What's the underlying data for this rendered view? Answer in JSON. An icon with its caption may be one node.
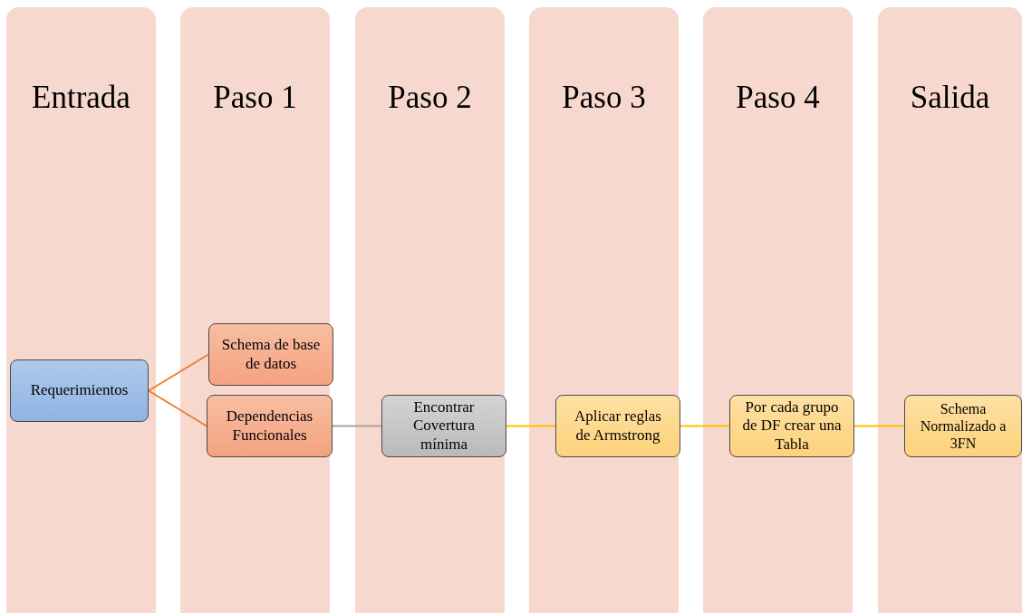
{
  "diagram": {
    "nodes": [
      {
        "text": [
          "Entrada"
        ]
      },
      {
        "text": [
          "Requerimientos"
        ],
        "in": 0
      },
      {
        "text": [
          "Paso 1"
        ]
      },
      {
        "text": [
          "Schema de base de datos"
        ],
        "in": 2
      },
      {
        "text": [
          "Dependencias Funcionales"
        ],
        "in": 2
      },
      {
        "text": [
          "Paso 2"
        ]
      },
      {
        "text": [
          "Encontrar Covertura mínima"
        ],
        "in": 5
      },
      {
        "text": [
          "Paso 3"
        ]
      },
      {
        "text": [
          "Aplicar reglas de Armstrong"
        ],
        "in": 7
      },
      {
        "text": [
          "Paso 4"
        ]
      },
      {
        "text": [
          "Por cada grupo de DF crear una Tabla"
        ],
        "in": 9
      },
      {
        "text": [
          "Salida"
        ]
      },
      {
        "text": [
          "Schema Normalizado a 3FN"
        ],
        "in": 11
      }
    ],
    "edges": [
      {
        "from": 1,
        "to": 3,
        "arrow": "none",
        "color": "#ed7d31"
      },
      {
        "from": 1,
        "to": 4,
        "arrow": "none",
        "color": "#ed7d31"
      },
      {
        "from": 4,
        "to": 6,
        "arrow": "none",
        "color": "#a5a5a5"
      },
      {
        "from": 6,
        "to": 8,
        "arrow": "none"
      },
      {
        "from": 8,
        "to": 10,
        "arrow": "none"
      },
      {
        "from": 10,
        "to": 12,
        "arrow": "none"
      }
    ]
  }
}
